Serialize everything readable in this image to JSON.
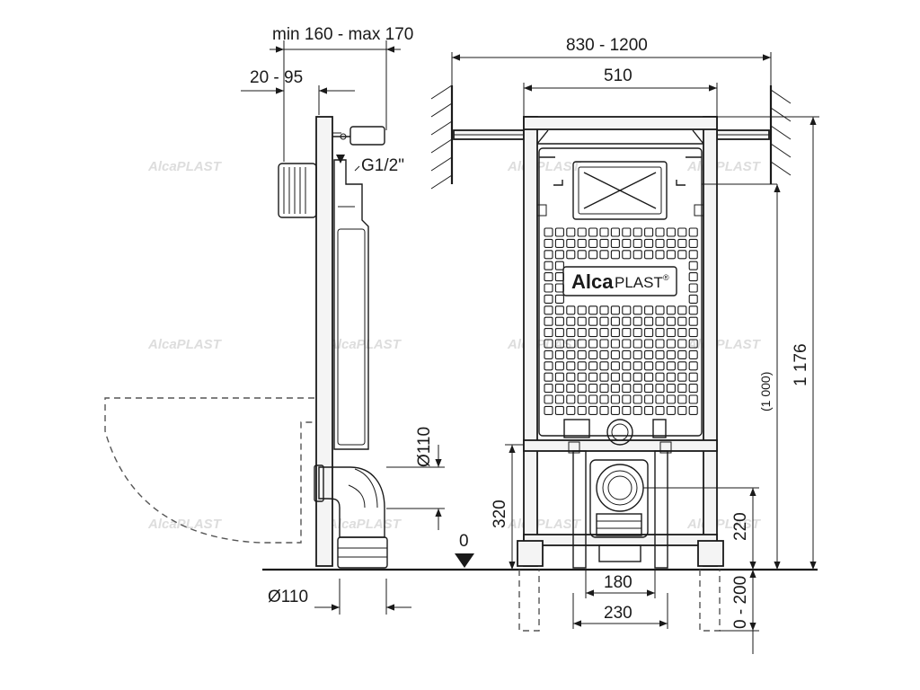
{
  "dimensions": {
    "depth_range": "min 160 - max 170",
    "depth_adjust": "20 - 95",
    "thread": "G1/2\"",
    "width_overall": "830 - 1200",
    "width_frame": "510",
    "height_total": "1 176",
    "height_ref": "(1 000)",
    "pipe_dia_right": "Ø110",
    "pipe_dia_bottom": "Ø110",
    "outlet_height": "320",
    "floor_zero": "0",
    "outlet_220": "220",
    "feet_180": "180",
    "feet_230": "230",
    "leg_range": "0 - 200"
  },
  "brand": {
    "logo_bold": "Alca",
    "logo_regular": "PLAST",
    "registered": "®",
    "watermark": "AlcaPLAST"
  },
  "colors": {
    "line": "#1a1a1a",
    "frame_fill": "#f4f4f4",
    "watermark": "#dddddd"
  }
}
